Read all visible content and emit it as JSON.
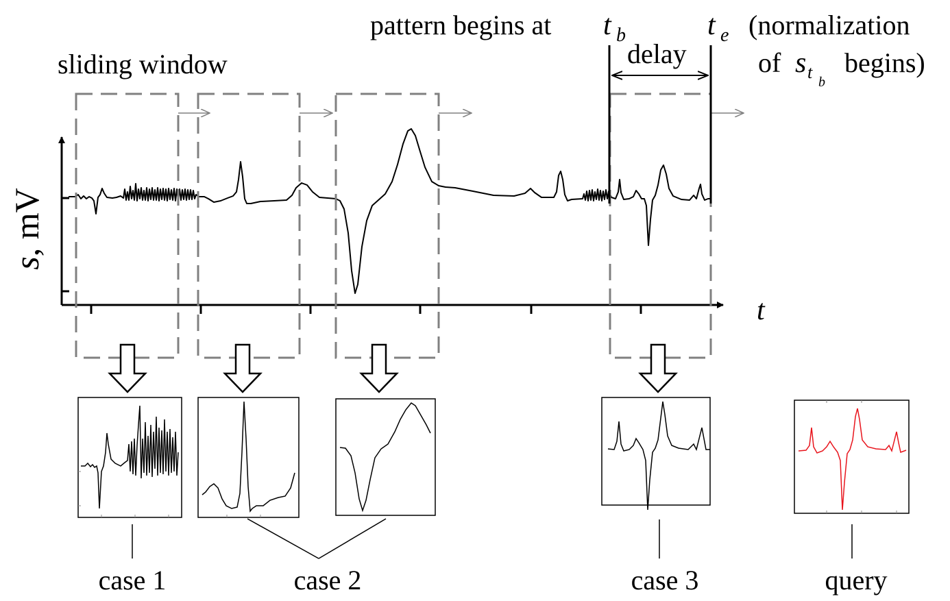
{
  "labels": {
    "sliding_window": "sliding window",
    "pattern_begins": "pattern begins at",
    "t_b_main": "t",
    "t_b_sub": "b",
    "t_e_main": "t",
    "t_e_sub": "e",
    "normalization_line1": "(normalization",
    "normalization_line2_pre": "of",
    "s_main": "s",
    "s_sub_t": "t",
    "s_sub_b": "b",
    "normalization_line2_post": "begins)",
    "delay": "delay",
    "y_axis_s": "s",
    "y_axis_unit": ", mV",
    "x_axis": "t"
  },
  "cases": [
    {
      "label": "case 1"
    },
    {
      "label": "case 2"
    },
    {
      "label": "case 3"
    },
    {
      "label": "query"
    }
  ],
  "colors": {
    "signal": "#000000",
    "window_dash": "#808080",
    "query_signal": "#e8141c"
  }
}
